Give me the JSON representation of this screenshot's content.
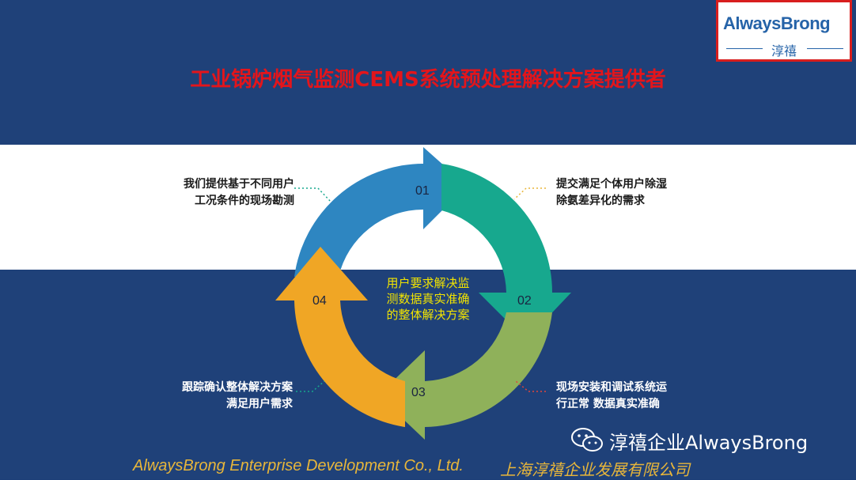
{
  "logo": {
    "brand": "AlwaysBrong",
    "sub": "淳禧"
  },
  "title": "工业锅炉烟气监测CEMS系统预处理解决方案提供者",
  "cycle": {
    "steps": [
      {
        "num": "01",
        "color": "#2e86c1"
      },
      {
        "num": "02",
        "color": "#17a88e"
      },
      {
        "num": "03",
        "color": "#8fb15a"
      },
      {
        "num": "04",
        "color": "#f0a625"
      }
    ],
    "center": [
      "用户要求解决监",
      "测数据真实准确",
      "的整体解决方案"
    ]
  },
  "notes": {
    "top_left": [
      "我们提供基于不同用户",
      "工况条件的现场勘测"
    ],
    "top_right": [
      "提交满足个体用户除湿",
      "除氨差异化的需求"
    ],
    "bottom_left": [
      "跟踪确认整体解决方案",
      "满足用户需求"
    ],
    "bottom_right": [
      "现场安装和调试系统运",
      "行正常 数据真实准确"
    ]
  },
  "wechat": {
    "label": "淳禧企业AlwaysBrong",
    "icon": "wechat-icon"
  },
  "footer": {
    "en": "AlwaysBrong Enterprise Development Co., Ltd.",
    "cn": "上海淳禧企业发展有限公司"
  }
}
